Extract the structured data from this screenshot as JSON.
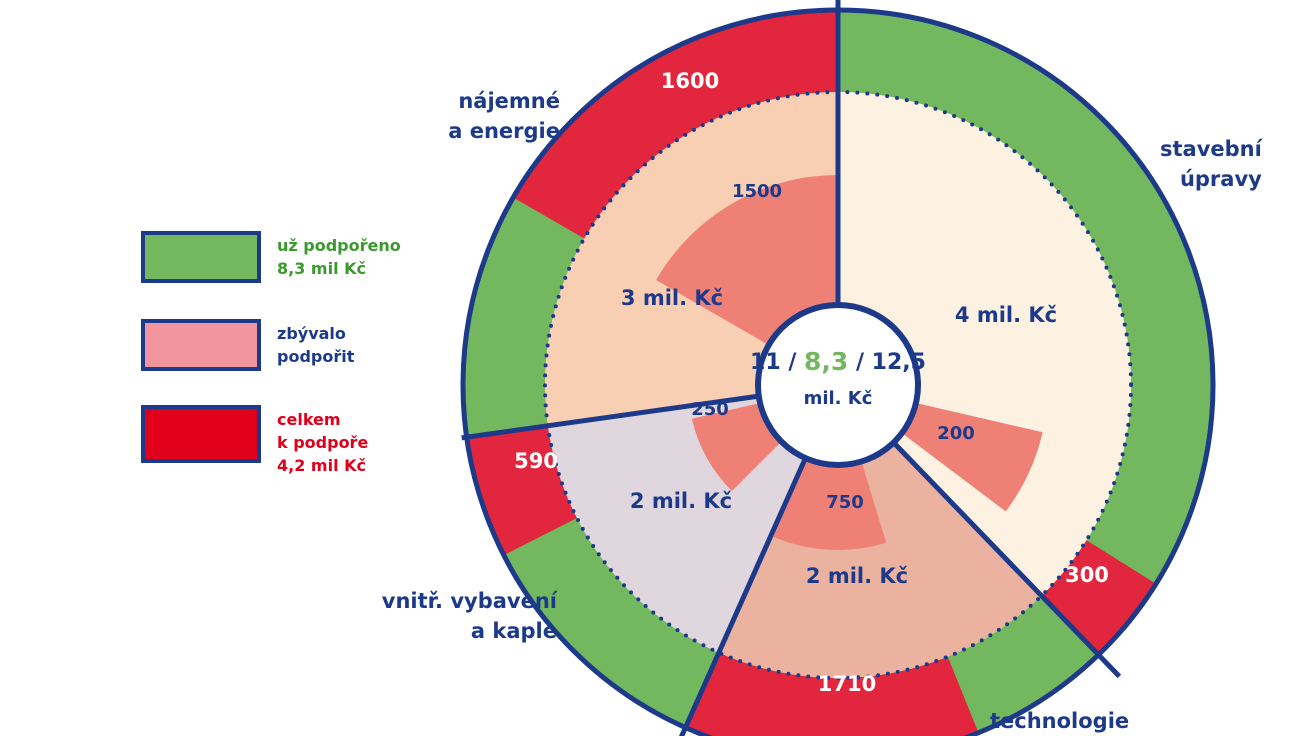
{
  "colors": {
    "navy": "#1d3a8a",
    "green": "#73b85f",
    "red": "#e2263d",
    "salmon": "#ef8076",
    "legend_pink": "#f0959d",
    "legend_red": "#e0001b",
    "legend_green_text": "#3a9a2e",
    "legend_red_text": "#e0001b"
  },
  "legend": [
    {
      "key": "supported",
      "lines": [
        "už podpořeno",
        "8,3 mil Kč"
      ],
      "color": "#73b85f",
      "text_color": "#3a9a2e"
    },
    {
      "key": "remaining",
      "lines": [
        "zbývalo",
        "podpořit"
      ],
      "color": "#f0959d",
      "text_color": "#1d3a8a"
    },
    {
      "key": "total",
      "lines": [
        "celkem",
        "k podpoře",
        "4,2 mil Kč"
      ],
      "color": "#e0001b",
      "text_color": "#e0001b"
    }
  ],
  "center": {
    "prefix": "11 / ",
    "highlight": "8,3",
    "suffix": " / 12,5",
    "unit": "mil. Kč"
  },
  "categories": [
    {
      "key": "stavebni",
      "label_lines": [
        "stavební",
        "úpravy"
      ]
    },
    {
      "key": "technologie",
      "label_lines": [
        "technologie"
      ]
    },
    {
      "key": "vnitr",
      "label_lines": [
        "vnitř. vybavení",
        "a kaple"
      ]
    },
    {
      "key": "najemne",
      "label_lines": [
        "nájemné",
        "a energie"
      ]
    }
  ],
  "chart_data": {
    "type": "pie",
    "title": "",
    "series": [
      {
        "key": "budget",
        "values": [
          {
            "category": "stavebni",
            "label": "4 mil. Kč",
            "value": 4,
            "color": "#fdf1e2"
          },
          {
            "category": "technologie",
            "label": "2 mil. Kč",
            "value": 2,
            "color": "#ebb29f"
          },
          {
            "category": "vnitr",
            "label": "2 mil. Kč",
            "value": 2,
            "color": "#dfd7dd"
          },
          {
            "category": "najemne",
            "label": "3 mil. Kč",
            "value": 3,
            "color": "#f8cfb2"
          }
        ]
      },
      {
        "key": "remaining",
        "values": [
          {
            "category": "stavebni",
            "label": "200",
            "value": 200
          },
          {
            "category": "technologie",
            "label": "750",
            "value": 750
          },
          {
            "category": "vnitr",
            "label": "250",
            "value": 250
          },
          {
            "category": "najemne",
            "label": "1500",
            "value": 1500
          }
        ]
      },
      {
        "key": "total",
        "values": [
          {
            "category": "stavebni",
            "label": "300",
            "value": 300
          },
          {
            "category": "technologie",
            "label": "1710",
            "value": 1710
          },
          {
            "category": "vnitr",
            "label": "590",
            "value": 590
          },
          {
            "category": "najemne",
            "label": "1600",
            "value": 1600
          }
        ]
      }
    ],
    "legend_position": "left"
  }
}
